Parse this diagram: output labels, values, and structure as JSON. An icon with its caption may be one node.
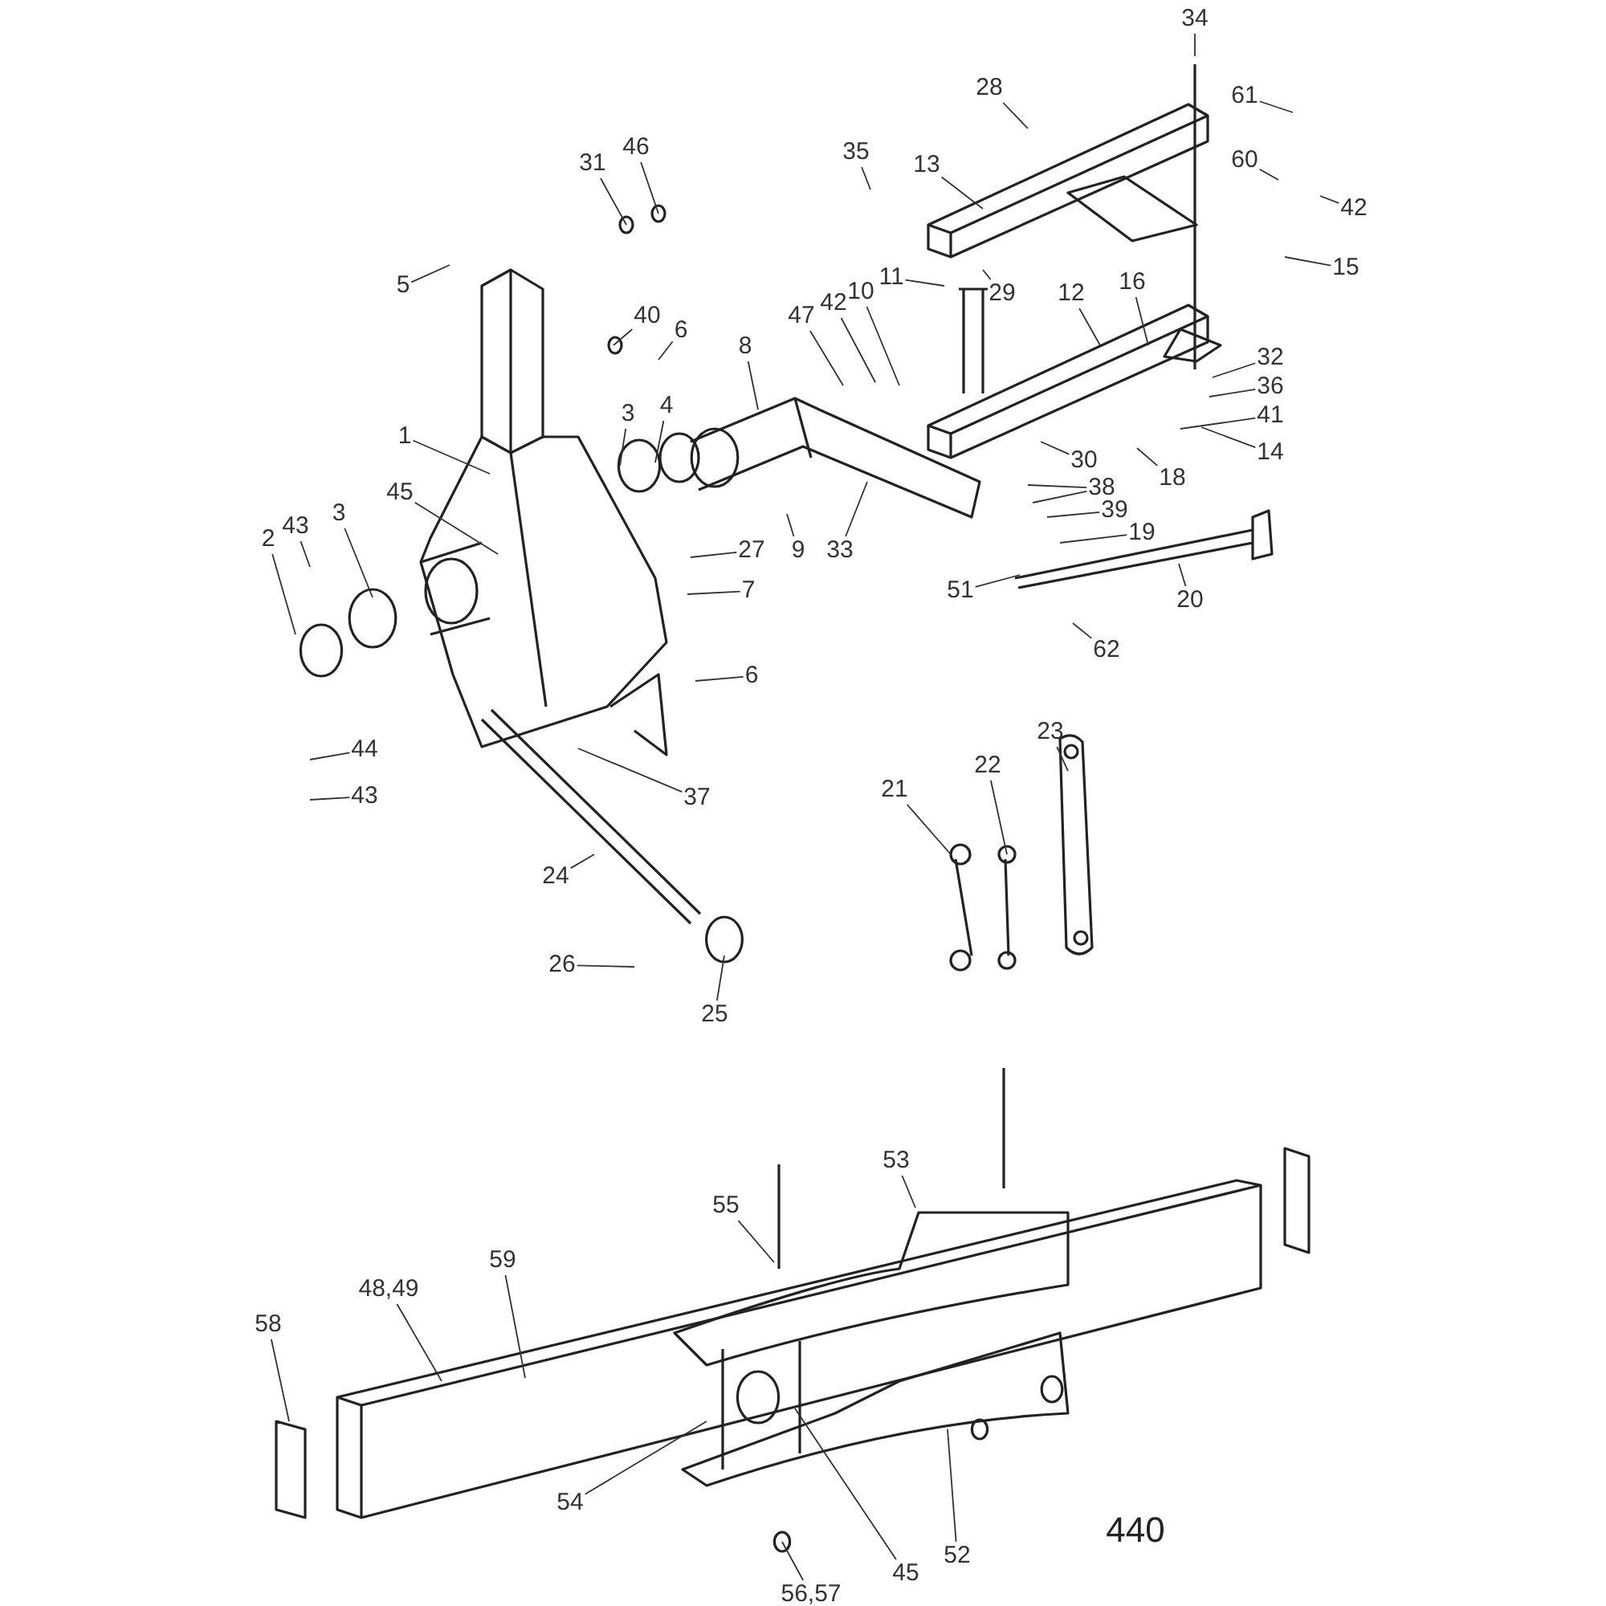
{
  "diagram": {
    "nodes": [
      {
        "text": [
          "34"
        ]
      },
      {
        "text": [
          "28"
        ]
      },
      {
        "text": [
          "61"
        ]
      },
      {
        "text": [
          "35"
        ]
      },
      {
        "text": [
          "13"
        ]
      },
      {
        "text": [
          "60"
        ]
      },
      {
        "text": [
          "42"
        ]
      },
      {
        "text": [
          "31"
        ]
      },
      {
        "text": [
          "46"
        ]
      },
      {
        "text": [
          "5"
        ]
      },
      {
        "text": [
          "15"
        ]
      },
      {
        "text": [
          "11"
        ]
      },
      {
        "text": [
          "29"
        ]
      },
      {
        "text": [
          "40"
        ]
      },
      {
        "text": [
          "6"
        ]
      },
      {
        "text": [
          "47"
        ]
      },
      {
        "text": [
          "42"
        ]
      },
      {
        "text": [
          "10"
        ]
      },
      {
        "text": [
          "12"
        ]
      },
      {
        "text": [
          "16"
        ]
      },
      {
        "text": [
          "8"
        ]
      },
      {
        "text": [
          "32"
        ]
      },
      {
        "text": [
          "36"
        ]
      },
      {
        "text": [
          "41"
        ]
      },
      {
        "text": [
          "14"
        ]
      },
      {
        "text": [
          "18"
        ]
      },
      {
        "text": [
          "30"
        ]
      },
      {
        "text": [
          "1"
        ]
      },
      {
        "text": [
          "3"
        ]
      },
      {
        "text": [
          "4"
        ]
      },
      {
        "text": [
          "3"
        ]
      },
      {
        "text": [
          "45"
        ]
      },
      {
        "text": [
          "2"
        ]
      },
      {
        "text": [
          "43"
        ]
      },
      {
        "text": [
          "38"
        ]
      },
      {
        "text": [
          "39"
        ]
      },
      {
        "text": [
          "19"
        ]
      },
      {
        "text": [
          "27"
        ]
      },
      {
        "text": [
          "7"
        ]
      },
      {
        "text": [
          "9"
        ]
      },
      {
        "text": [
          "33"
        ]
      },
      {
        "text": [
          "51"
        ]
      },
      {
        "text": [
          "20"
        ]
      },
      {
        "text": [
          "62"
        ]
      },
      {
        "text": [
          "6"
        ]
      },
      {
        "text": [
          "44"
        ]
      },
      {
        "text": [
          "43"
        ]
      },
      {
        "text": [
          "37"
        ]
      },
      {
        "text": [
          "23"
        ]
      },
      {
        "text": [
          "22"
        ]
      },
      {
        "text": [
          "21"
        ]
      },
      {
        "text": [
          "24"
        ]
      },
      {
        "text": [
          "26"
        ]
      },
      {
        "text": [
          "25"
        ]
      },
      {
        "text": [
          "53"
        ]
      },
      {
        "text": [
          "55"
        ]
      },
      {
        "text": [
          "59"
        ]
      },
      {
        "text": [
          "48,49"
        ]
      },
      {
        "text": [
          "58"
        ]
      },
      {
        "text": [
          "54"
        ]
      },
      {
        "text": [
          "52"
        ]
      },
      {
        "text": [
          "45"
        ]
      },
      {
        "text": [
          "56,57"
        ]
      }
    ],
    "edges": [
      {
        "from": 0,
        "to": null,
        "arrow": "none"
      },
      {
        "from": 1,
        "to": null,
        "arrow": "none"
      },
      {
        "from": 2,
        "to": null,
        "arrow": "none"
      },
      {
        "from": 3,
        "to": null,
        "arrow": "none"
      },
      {
        "from": 4,
        "to": null,
        "arrow": "none"
      },
      {
        "from": 5,
        "to": null,
        "arrow": "none"
      },
      {
        "from": 6,
        "to": null,
        "arrow": "none"
      },
      {
        "from": 7,
        "to": null,
        "arrow": "none"
      },
      {
        "from": 8,
        "to": null,
        "arrow": "none"
      },
      {
        "from": 9,
        "to": null,
        "arrow": "none"
      },
      {
        "from": 10,
        "to": null,
        "arrow": "none"
      },
      {
        "from": 11,
        "to": null,
        "arrow": "none"
      },
      {
        "from": 12,
        "to": null,
        "arrow": "none"
      },
      {
        "from": 13,
        "to": null,
        "arrow": "none"
      },
      {
        "from": 14,
        "to": null,
        "arrow": "none"
      },
      {
        "from": 15,
        "to": null,
        "arrow": "none"
      },
      {
        "from": 16,
        "to": null,
        "arrow": "none"
      },
      {
        "from": 17,
        "to": null,
        "arrow": "none"
      },
      {
        "from": 18,
        "to": null,
        "arrow": "none"
      },
      {
        "from": 19,
        "to": null,
        "arrow": "none"
      },
      {
        "from": 20,
        "to": null,
        "arrow": "none"
      },
      {
        "from": 21,
        "to": null,
        "arrow": "none"
      },
      {
        "from": 22,
        "to": null,
        "arrow": "none"
      },
      {
        "from": 23,
        "to": null,
        "arrow": "none"
      },
      {
        "from": 24,
        "to": null,
        "arrow": "none"
      },
      {
        "from": 25,
        "to": null,
        "arrow": "none"
      },
      {
        "from": 26,
        "to": null,
        "arrow": "none"
      },
      {
        "from": 27,
        "to": null,
        "arrow": "none"
      },
      {
        "from": 28,
        "to": null,
        "arrow": "none"
      },
      {
        "from": 29,
        "to": null,
        "arrow": "none"
      },
      {
        "from": 30,
        "to": null,
        "arrow": "none"
      },
      {
        "from": 31,
        "to": null,
        "arrow": "none"
      },
      {
        "from": 32,
        "to": null,
        "arrow": "none"
      },
      {
        "from": 33,
        "to": null,
        "arrow": "none"
      },
      {
        "from": 34,
        "to": null,
        "arrow": "none"
      },
      {
        "from": 34,
        "to": null,
        "arrow": "none"
      },
      {
        "from": 35,
        "to": null,
        "arrow": "none"
      },
      {
        "from": 36,
        "to": null,
        "arrow": "none"
      },
      {
        "from": 37,
        "to": null,
        "arrow": "none"
      },
      {
        "from": 38,
        "to": null,
        "arrow": "none"
      },
      {
        "from": 39,
        "to": null,
        "arrow": "none"
      },
      {
        "from": 40,
        "to": null,
        "arrow": "none"
      },
      {
        "from": 41,
        "to": null,
        "arrow": "none"
      },
      {
        "from": 42,
        "to": null,
        "arrow": "none"
      },
      {
        "from": 43,
        "to": null,
        "arrow": "none"
      },
      {
        "from": 44,
        "to": null,
        "arrow": "none"
      },
      {
        "from": 45,
        "to": null,
        "arrow": "none"
      },
      {
        "from": 46,
        "to": null,
        "arrow": "none"
      },
      {
        "from": 47,
        "to": null,
        "arrow": "none"
      },
      {
        "from": 48,
        "to": null,
        "arrow": "none"
      },
      {
        "from": 49,
        "to": null,
        "arrow": "none"
      },
      {
        "from": 50,
        "to": null,
        "arrow": "none"
      },
      {
        "from": 51,
        "to": null,
        "arrow": "none"
      },
      {
        "from": 52,
        "to": null,
        "arrow": "none"
      },
      {
        "from": 53,
        "to": null,
        "arrow": "none"
      },
      {
        "from": 54,
        "to": null,
        "arrow": "none"
      },
      {
        "from": 55,
        "to": null,
        "arrow": "none"
      },
      {
        "from": 56,
        "to": null,
        "arrow": "none"
      },
      {
        "from": 57,
        "to": null,
        "arrow": "none"
      },
      {
        "from": 58,
        "to": null,
        "arrow": "none"
      },
      {
        "from": 59,
        "to": null,
        "arrow": "none"
      },
      {
        "from": 60,
        "to": null,
        "arrow": "none"
      },
      {
        "from": 61,
        "to": null,
        "arrow": "none"
      },
      {
        "from": 62,
        "to": null,
        "arrow": "none"
      }
    ],
    "labels": [
      "440"
    ]
  }
}
